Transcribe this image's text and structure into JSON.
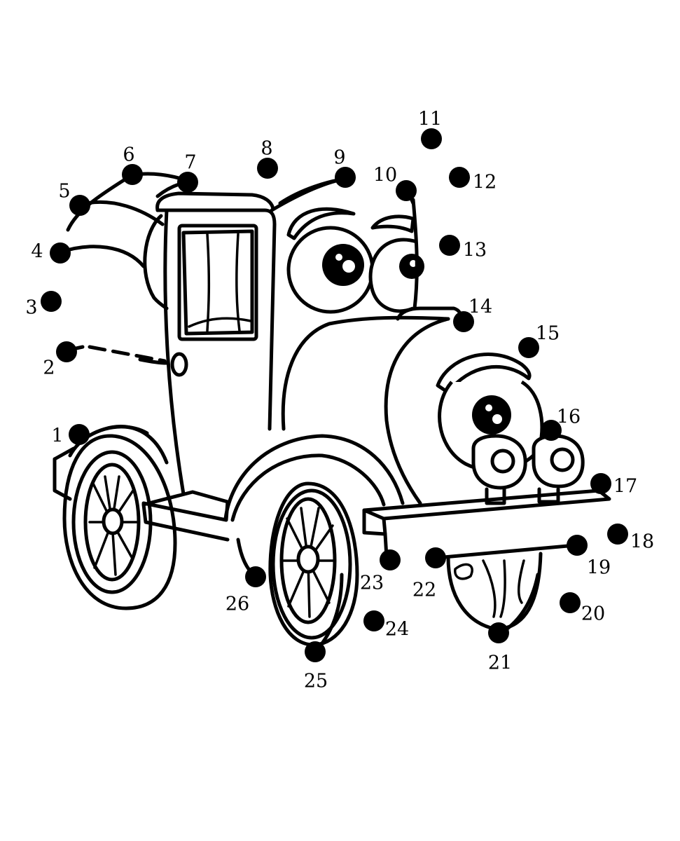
{
  "worksheet": {
    "subject": "old-car-with-face",
    "dot_color": "#000000",
    "line_color": "#000000",
    "background": "#ffffff",
    "dots": [
      {
        "label": "1"
      },
      {
        "label": "2"
      },
      {
        "label": "3"
      },
      {
        "label": "4"
      },
      {
        "label": "5"
      },
      {
        "label": "6"
      },
      {
        "label": "7"
      },
      {
        "label": "8"
      },
      {
        "label": "9"
      },
      {
        "label": "10"
      },
      {
        "label": "11"
      },
      {
        "label": "12"
      },
      {
        "label": "13"
      },
      {
        "label": "14"
      },
      {
        "label": "15"
      },
      {
        "label": "16"
      },
      {
        "label": "17"
      },
      {
        "label": "18"
      },
      {
        "label": "19"
      },
      {
        "label": "20"
      },
      {
        "label": "21"
      },
      {
        "label": "22"
      },
      {
        "label": "23"
      },
      {
        "label": "24"
      },
      {
        "label": "25"
      },
      {
        "label": "26"
      }
    ]
  }
}
